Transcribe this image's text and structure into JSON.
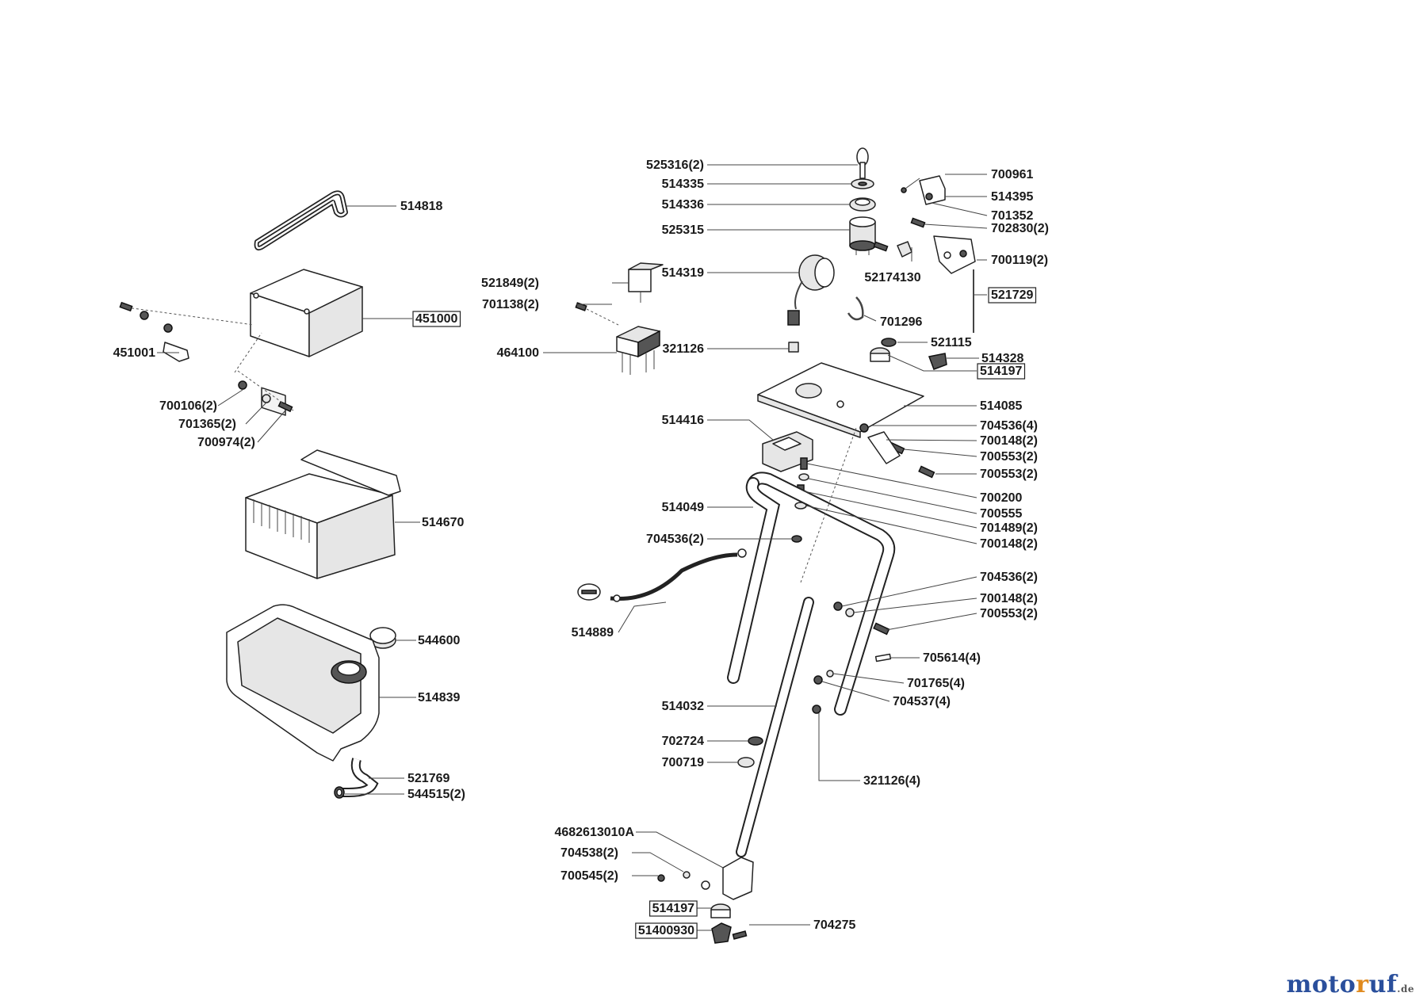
{
  "labels": [
    {
      "id": "514818",
      "text": "514818",
      "boxed": false
    },
    {
      "id": "451000",
      "text": "451000",
      "boxed": true
    },
    {
      "id": "451001",
      "text": "451001",
      "boxed": false
    },
    {
      "id": "700106",
      "text": "700106(2)",
      "boxed": false
    },
    {
      "id": "701365",
      "text": "701365(2)",
      "boxed": false
    },
    {
      "id": "700974",
      "text": "700974(2)",
      "boxed": false
    },
    {
      "id": "514670",
      "text": "514670",
      "boxed": false
    },
    {
      "id": "544600",
      "text": "544600",
      "boxed": false
    },
    {
      "id": "514839",
      "text": "514839",
      "boxed": false
    },
    {
      "id": "521769",
      "text": "521769",
      "boxed": false
    },
    {
      "id": "544515",
      "text": "544515(2)",
      "boxed": false
    },
    {
      "id": "525316",
      "text": "525316(2)",
      "boxed": false
    },
    {
      "id": "514335",
      "text": "514335",
      "boxed": false
    },
    {
      "id": "514336",
      "text": "514336",
      "boxed": false
    },
    {
      "id": "525315",
      "text": "525315",
      "boxed": false
    },
    {
      "id": "521849",
      "text": "521849(2)",
      "boxed": false
    },
    {
      "id": "701138",
      "text": "701138(2)",
      "boxed": false
    },
    {
      "id": "514319",
      "text": "514319",
      "boxed": false
    },
    {
      "id": "464100",
      "text": "464100",
      "boxed": false
    },
    {
      "id": "321126",
      "text": "321126",
      "boxed": false
    },
    {
      "id": "514416",
      "text": "514416",
      "boxed": false
    },
    {
      "id": "514049",
      "text": "514049",
      "boxed": false
    },
    {
      "id": "704536a",
      "text": "704536(2)",
      "boxed": false
    },
    {
      "id": "514889",
      "text": "514889",
      "boxed": false
    },
    {
      "id": "514032",
      "text": "514032",
      "boxed": false
    },
    {
      "id": "702724",
      "text": "702724",
      "boxed": false
    },
    {
      "id": "700719",
      "text": "700719",
      "boxed": false
    },
    {
      "id": "4682613010A",
      "text": "4682613010A",
      "boxed": false
    },
    {
      "id": "704538",
      "text": "704538(2)",
      "boxed": false
    },
    {
      "id": "700545",
      "text": "700545(2)",
      "boxed": false
    },
    {
      "id": "514197b",
      "text": "514197",
      "boxed": true
    },
    {
      "id": "51400930",
      "text": "51400930",
      "boxed": true
    },
    {
      "id": "704275",
      "text": "704275",
      "boxed": false
    },
    {
      "id": "700961",
      "text": "700961",
      "boxed": false
    },
    {
      "id": "514395",
      "text": "514395",
      "boxed": false
    },
    {
      "id": "701352",
      "text": "701352",
      "boxed": false
    },
    {
      "id": "702830",
      "text": "702830(2)",
      "boxed": false
    },
    {
      "id": "52174130",
      "text": "52174130",
      "boxed": false
    },
    {
      "id": "700119",
      "text": "700119(2)",
      "boxed": false
    },
    {
      "id": "521729",
      "text": "521729",
      "boxed": true
    },
    {
      "id": "701296",
      "text": "701296",
      "boxed": false
    },
    {
      "id": "521115",
      "text": "521115",
      "boxed": false
    },
    {
      "id": "514328",
      "text": "514328",
      "boxed": false
    },
    {
      "id": "514197a",
      "text": "514197",
      "boxed": true
    },
    {
      "id": "514085",
      "text": "514085",
      "boxed": false
    },
    {
      "id": "704536b",
      "text": "704536(4)",
      "boxed": false
    },
    {
      "id": "700148a",
      "text": "700148(2)",
      "boxed": false
    },
    {
      "id": "700553a",
      "text": "700553(2)",
      "boxed": false
    },
    {
      "id": "700553b",
      "text": "700553(2)",
      "boxed": false
    },
    {
      "id": "700200",
      "text": "700200",
      "boxed": false
    },
    {
      "id": "700555",
      "text": "700555",
      "boxed": false
    },
    {
      "id": "701489",
      "text": "701489(2)",
      "boxed": false
    },
    {
      "id": "700148b",
      "text": "700148(2)",
      "boxed": false
    },
    {
      "id": "704536c",
      "text": "704536(2)",
      "boxed": false
    },
    {
      "id": "700148c",
      "text": "700148(2)",
      "boxed": false
    },
    {
      "id": "700553c",
      "text": "700553(2)",
      "boxed": false
    },
    {
      "id": "705614",
      "text": "705614(4)",
      "boxed": false
    },
    {
      "id": "701765",
      "text": "701765(4)",
      "boxed": false
    },
    {
      "id": "704537",
      "text": "704537(4)",
      "boxed": false
    },
    {
      "id": "321126b",
      "text": "321126(4)",
      "boxed": false
    }
  ],
  "watermark": {
    "part1": "moto",
    "part2": "r",
    "part3": "uf",
    "suffix": ".de"
  }
}
